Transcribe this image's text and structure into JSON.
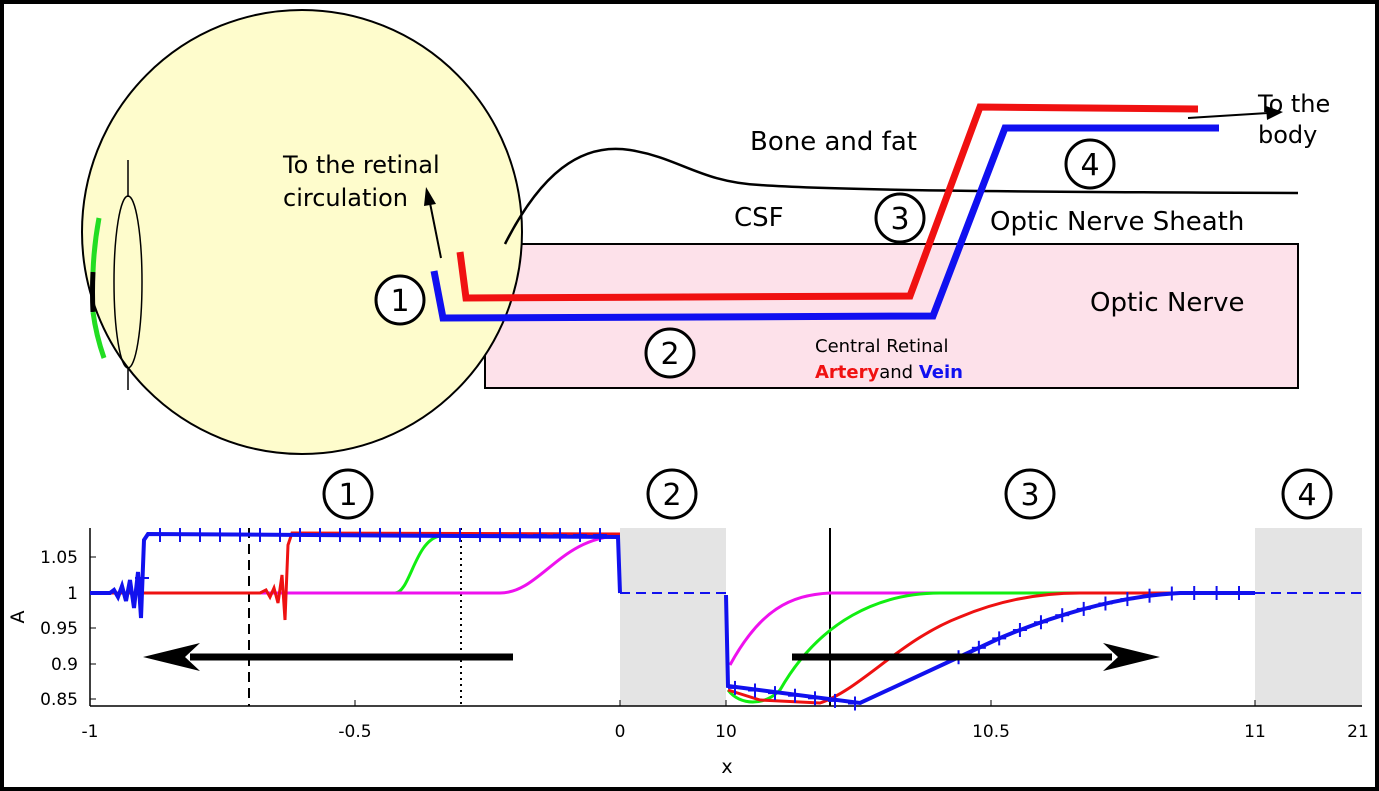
{
  "anatomy": {
    "labels": {
      "retinal_circulation": [
        "To the retinal",
        "circulation"
      ],
      "bone_and_fat": "Bone and fat",
      "to_the_body": [
        "To the",
        "body"
      ],
      "csf": "CSF",
      "optic_nerve_sheath": "Optic Nerve Sheath",
      "optic_nerve": "Optic Nerve",
      "central_retinal": "Central Retinal",
      "artery": "Artery",
      "and": "and",
      "vein": "Vein"
    },
    "region_markers": [
      "1",
      "2",
      "3",
      "4"
    ],
    "colors": {
      "eye_fill": "#fefccc",
      "nerve_fill": "#fde1ea",
      "artery": "#f01111",
      "vein": "#1010f0",
      "lens_marks": [
        "#22dd22",
        "#000000",
        "#22dd22"
      ]
    }
  },
  "plot": {
    "ylabel": "A",
    "xlabel": "x",
    "yticks": [
      "1.05",
      "1",
      "0.95",
      "0.9",
      "0.85"
    ],
    "xticks": [
      "-1",
      "-0.5",
      "0",
      "10",
      "10.5",
      "11",
      "21"
    ],
    "region_markers": [
      "1",
      "2",
      "3",
      "4"
    ],
    "colors": {
      "red": "#ee1111",
      "green": "#11ee11",
      "magenta": "#ee11ee",
      "blue": "#1111ee",
      "shade": "#e4e4e4"
    }
  }
}
